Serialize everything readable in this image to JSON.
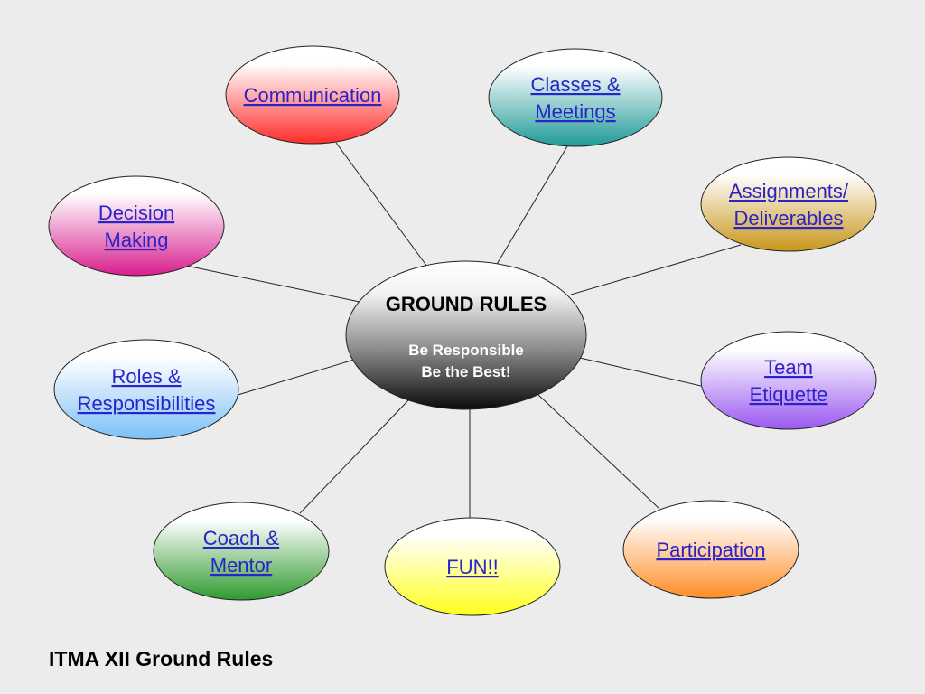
{
  "center": {
    "title": "GROUND RULES",
    "lines": [
      "Be Responsible",
      "Be the Best!"
    ]
  },
  "nodes": [
    {
      "id": "communication",
      "lines": [
        "Communication"
      ],
      "color": "#ff2b2b"
    },
    {
      "id": "classes-meetings",
      "lines": [
        "Classes &",
        "Meetings"
      ],
      "color": "#1f9a98"
    },
    {
      "id": "assignments-deliverables",
      "lines": [
        "Assignments/",
        "Deliverables"
      ],
      "color": "#c8961a"
    },
    {
      "id": "decision-making",
      "lines": [
        "Decision",
        "Making"
      ],
      "color": "#d81e8e"
    },
    {
      "id": "team-etiquette",
      "lines": [
        "Team",
        "Etiquette"
      ],
      "color": "#9a58f0"
    },
    {
      "id": "roles-responsibilities",
      "lines": [
        "Roles &",
        "Responsibilities"
      ],
      "color": "#7cc0f6"
    },
    {
      "id": "coach-mentor",
      "lines": [
        "Coach &",
        "Mentor"
      ],
      "color": "#2e9a2e"
    },
    {
      "id": "fun",
      "lines": [
        "FUN!!"
      ],
      "color": "#ffff1c"
    },
    {
      "id": "participation",
      "lines": [
        "Participation"
      ],
      "color": "#ff8c26"
    }
  ],
  "footer": {
    "title": "ITMA XII Ground Rules"
  }
}
